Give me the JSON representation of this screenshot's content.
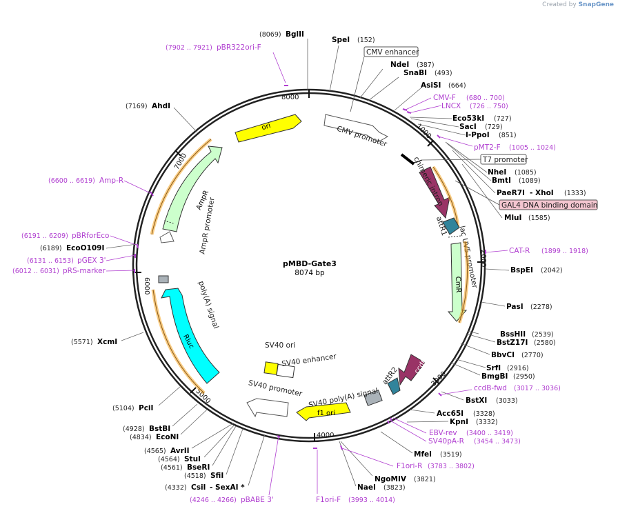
{
  "brand": {
    "prefix": "Created by",
    "name": "SnapGene"
  },
  "plasmid": {
    "name": "pMBD-Gate3",
    "length_label": "8074 bp",
    "length": 8074
  },
  "ticks": [
    "1000",
    "2000",
    "3000",
    "4000",
    "5000",
    "6000",
    "7000",
    "8000"
  ],
  "enzymes_right": [
    {
      "name": "SpeI",
      "pos": "(152)"
    },
    {
      "name": "NdeI",
      "pos": "(387)"
    },
    {
      "name": "SnaBI",
      "pos": "(493)"
    },
    {
      "name": "AsiSI",
      "pos": "(664)"
    },
    {
      "name": "Eco53kI",
      "pos": "(727)"
    },
    {
      "name": "SacI",
      "pos": "(729)"
    },
    {
      "name": "I-PpoI",
      "pos": "(851)"
    },
    {
      "name": "NheI",
      "pos": "(1085)"
    },
    {
      "name": "BmtI",
      "pos": "(1089)"
    },
    {
      "name": "PaeR7I",
      "pos": "(1333)",
      "extra": "- XhoI"
    },
    {
      "name": "MluI",
      "pos": "(1585)"
    },
    {
      "name": "BspEI",
      "pos": "(2042)"
    },
    {
      "name": "PasI",
      "pos": "(2278)"
    },
    {
      "name": "BssHII",
      "pos": "(2539)"
    },
    {
      "name": "BstZ17I",
      "pos": "(2580)"
    },
    {
      "name": "BbvCI",
      "pos": "(2770)"
    },
    {
      "name": "SrfI",
      "pos": "(2916)"
    },
    {
      "name": "BmgBI",
      "pos": "(2950)"
    },
    {
      "name": "BstXI",
      "pos": "(3033)"
    },
    {
      "name": "Acc65I",
      "pos": "(3328)"
    },
    {
      "name": "KpnI",
      "pos": "(3332)"
    },
    {
      "name": "MfeI",
      "pos": "(3519)"
    },
    {
      "name": "NgoMIV",
      "pos": "(3821)"
    },
    {
      "name": "NaeI",
      "pos": "(3823)"
    }
  ],
  "enzymes_left": [
    {
      "name": "BglII",
      "pos": "(8069)"
    },
    {
      "name": "AhdI",
      "pos": "(7169)"
    },
    {
      "name": "EcoO109I",
      "pos": "(6189)"
    },
    {
      "name": "XcmI",
      "pos": "(5571)"
    },
    {
      "name": "PciI",
      "pos": "(5104)"
    },
    {
      "name": "BstBI",
      "pos": "(4928)"
    },
    {
      "name": "EcoNI",
      "pos": "(4834)"
    },
    {
      "name": "AvrII",
      "pos": "(4565)"
    },
    {
      "name": "StuI",
      "pos": "(4564)"
    },
    {
      "name": "BseRI",
      "pos": "(4561)"
    },
    {
      "name": "SfiI",
      "pos": "(4518)"
    },
    {
      "name": "CsiI",
      "pos": "(4332)",
      "extra": "- SexAI *"
    }
  ],
  "primers": [
    {
      "name": "pBR322ori-F",
      "pos": "(7902 .. 7921)"
    },
    {
      "name": "CMV-F",
      "pos": "(680 .. 700)"
    },
    {
      "name": "LNCX",
      "pos": "(726 .. 750)"
    },
    {
      "name": "pMT2-F",
      "pos": "(1005 .. 1024)"
    },
    {
      "name": "Amp-R",
      "pos": "(6600 .. 6619)"
    },
    {
      "name": "pBRforEco",
      "pos": "(6191 .. 6209)"
    },
    {
      "name": "pGEX 3'",
      "pos": "(6131 .. 6153)"
    },
    {
      "name": "pRS-marker",
      "pos": "(6012 .. 6031)"
    },
    {
      "name": "CAT-R",
      "pos": "(1899 .. 1918)"
    },
    {
      "name": "ccdB-fwd",
      "pos": "(3017 .. 3036)"
    },
    {
      "name": "EBV-rev",
      "pos": "(3400 .. 3419)"
    },
    {
      "name": "SV40pA-R",
      "pos": "(3454 .. 3473)"
    },
    {
      "name": "F1ori-R",
      "pos": "(3783 .. 3802)"
    },
    {
      "name": "F1ori-F",
      "pos": "(3993 .. 4014)"
    },
    {
      "name": "pBABE 3'",
      "pos": "(4246 .. 4266)"
    }
  ],
  "boxed_features": [
    {
      "name": "CMV enhancer",
      "fill": "#ffffff"
    },
    {
      "name": "T7 promoter",
      "fill": "#ffffff"
    },
    {
      "name": "GAL4 DNA binding domain",
      "fill": "#f4c6d0"
    }
  ],
  "features": {
    "ori": "ori",
    "cmv_promoter": "CMV promoter",
    "chimeric_intron": "chimeric intron",
    "attr1": "attR1",
    "lacuv5": "lac UV5 promoter",
    "cmr": "CmR",
    "ccdb": "ccdB",
    "attr2": "attR2",
    "sv40polya": "SV40 poly(A) signal",
    "f1ori": "f1 ori",
    "sv40promoter": "SV40 promoter",
    "sv40ori": "SV40 ori",
    "sv40enh": "SV40 enhancer",
    "rluc": "Rluc",
    "polya": "poly(A) signal",
    "ampr": "AmpR",
    "amprpromoter": "AmpR promoter"
  },
  "colors": {
    "enzyme": "#000000",
    "primer": "#b03fd0",
    "ori": "#ffff00",
    "cmr": "#ccffcc",
    "ampr": "#ccffcc",
    "rluc": "#00ffff",
    "intron": "#993366",
    "attr": "#31849b",
    "f1ori": "#ffff00",
    "orange": "#f5a623"
  }
}
